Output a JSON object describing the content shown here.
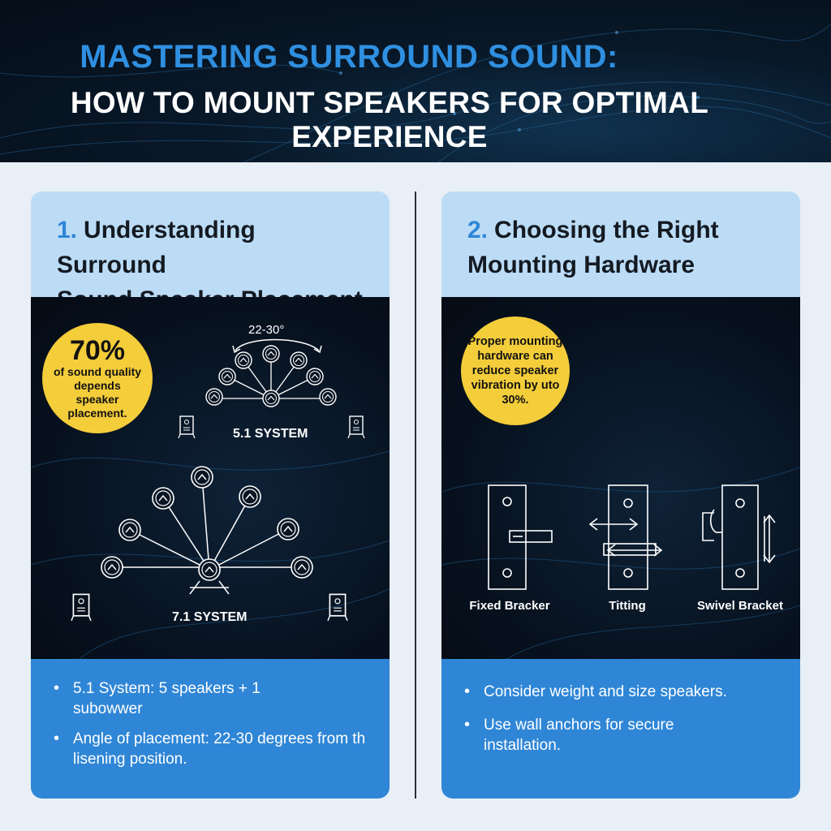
{
  "header": {
    "title": "MASTERING SURROUND SOUND:",
    "subtitle": "HOW TO MOUNT SPEAKERS FOR OPTIMAL EXPERIENCE"
  },
  "left_card": {
    "number": "1.",
    "title_line1": "Understanding Surround",
    "title_line2": "Sound Speaker Placement",
    "stat_value": "70%",
    "stat_text": "of sound quality depends speaker placement.",
    "angle_label": "22-30°",
    "system_51_label": "5.1 SYSTEM",
    "system_71_label": "7.1 SYSTEM",
    "bullets": [
      "5.1 System: 5 speakers + 1 subowwer",
      "Angle of placement: 22-30 degrees from th lisening position."
    ]
  },
  "right_card": {
    "number": "2.",
    "title_line1": "Choosing the Right",
    "title_line2": "Mounting Hardware",
    "stat_text": "Proper mounting hardware can reduce speaker vibration by uto 30%.",
    "hardware": [
      {
        "label": "Fixed Bracker",
        "icon": "fixed-bracket-icon"
      },
      {
        "label": "Titting",
        "icon": "tilting-bracket-icon"
      },
      {
        "label": "Swivel Bracket",
        "icon": "swivel-bracket-icon"
      }
    ],
    "bullets": [
      "Consider weight and size speakers.",
      "Use wall anchors for secure installation."
    ]
  },
  "colors": {
    "accent_blue": "#2f86d6",
    "badge_yellow": "#f4cd3a",
    "card_light": "#bcdcf6",
    "panel_dark": "#07111e"
  }
}
